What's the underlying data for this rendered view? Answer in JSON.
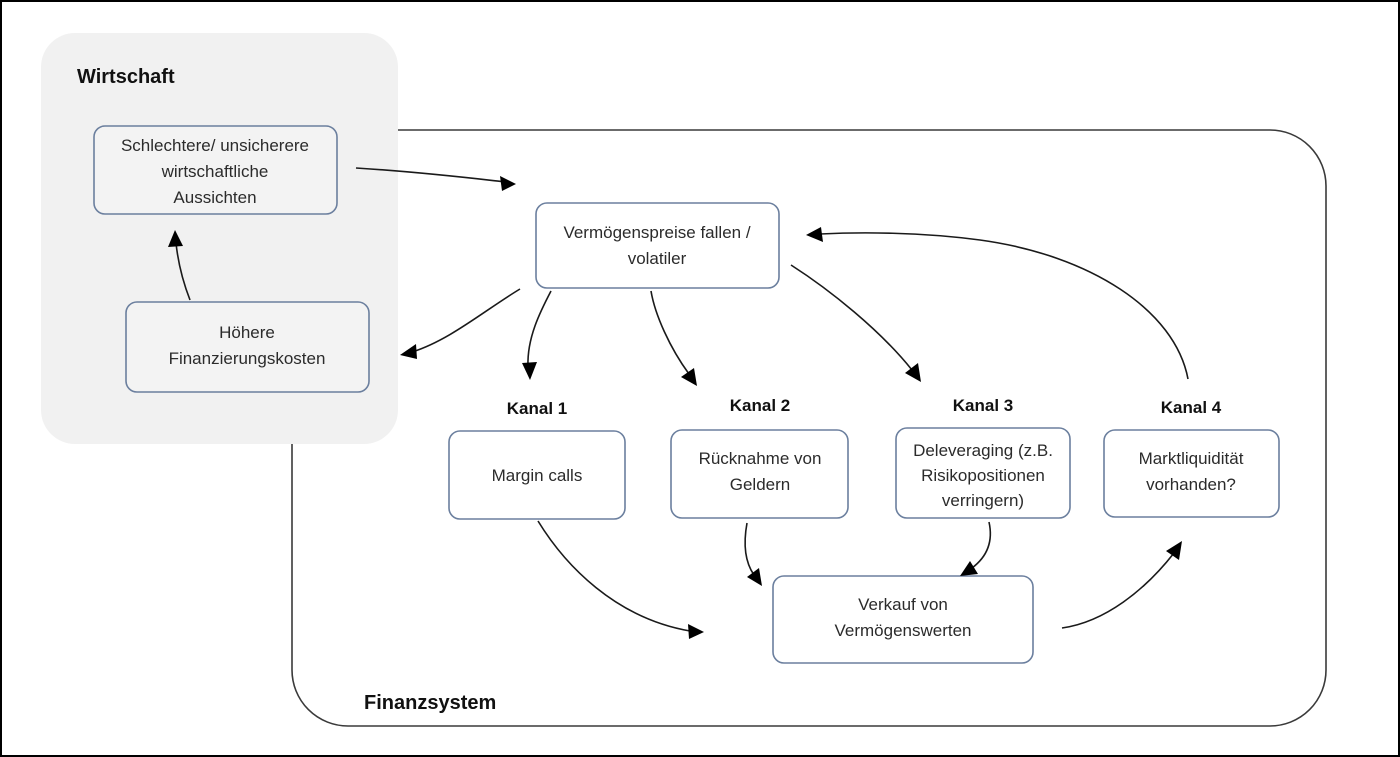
{
  "diagram": {
    "title_hidden": "",
    "groups": [
      {
        "id": "wirtschaft",
        "label": "Wirtschaft"
      },
      {
        "id": "finanzsystem",
        "label": "Finanzsystem"
      }
    ],
    "channel_labels": [
      "Kanal 1",
      "Kanal 2",
      "Kanal 3",
      "Kanal 4"
    ],
    "nodes": {
      "outlook": {
        "line1": "Schlechtere/ unsicherere",
        "line2": "wirtschaftliche",
        "line3": "Aussichten"
      },
      "funding_costs": {
        "line1": "Höhere",
        "line2": "Finanzierungskosten"
      },
      "asset_prices": {
        "line1": "Vermögenspreise fallen /",
        "line2": "volatiler"
      },
      "margin_calls": {
        "line1": "Margin calls"
      },
      "redemptions": {
        "line1": "Rücknahme von",
        "line2": "Geldern"
      },
      "deleveraging": {
        "line1": "Deleveraging (z.B.",
        "line2": "Risikopositionen",
        "line3": "verringern)"
      },
      "liquidity": {
        "line1": "Marktliquidität",
        "line2": "vorhanden?"
      },
      "asset_sales": {
        "line1": "Verkauf von",
        "line2": "Vermögenswerten"
      }
    },
    "colors": {
      "node_stroke": "#6b7f9e",
      "group_fill": "#f1f1f1",
      "arrow": "#1a1a1a",
      "frame": "#000000",
      "text": "#2b2b2b"
    }
  }
}
